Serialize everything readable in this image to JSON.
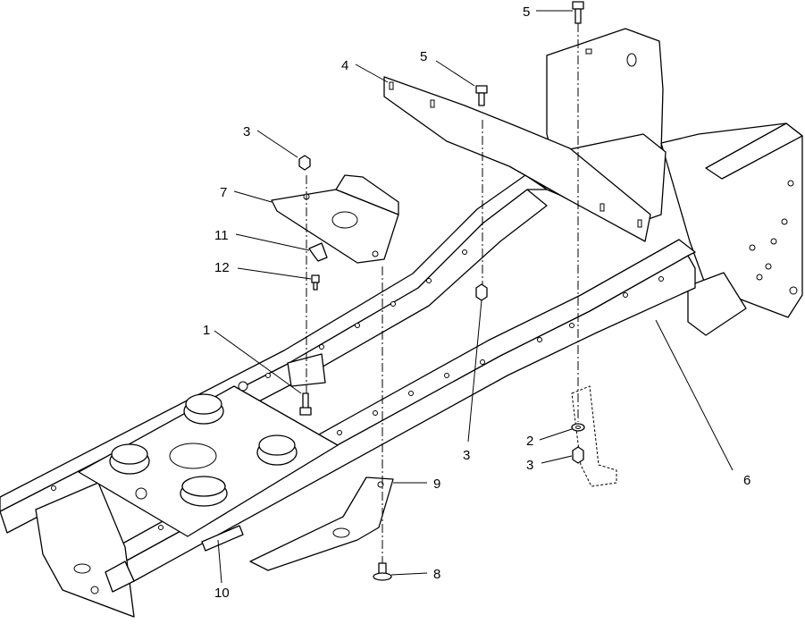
{
  "callouts": [
    {
      "id": "c5a",
      "text": "5"
    },
    {
      "id": "c4",
      "text": "4"
    },
    {
      "id": "c5b",
      "text": "5"
    },
    {
      "id": "c3a",
      "text": "3"
    },
    {
      "id": "c7",
      "text": "7"
    },
    {
      "id": "c11",
      "text": "11"
    },
    {
      "id": "c12",
      "text": "12"
    },
    {
      "id": "c1",
      "text": "1"
    },
    {
      "id": "c3b",
      "text": "3"
    },
    {
      "id": "c2",
      "text": "2"
    },
    {
      "id": "c3c",
      "text": "3"
    },
    {
      "id": "c6",
      "text": "6"
    },
    {
      "id": "c9",
      "text": "9"
    },
    {
      "id": "c8",
      "text": "8"
    },
    {
      "id": "c10",
      "text": "10"
    }
  ]
}
